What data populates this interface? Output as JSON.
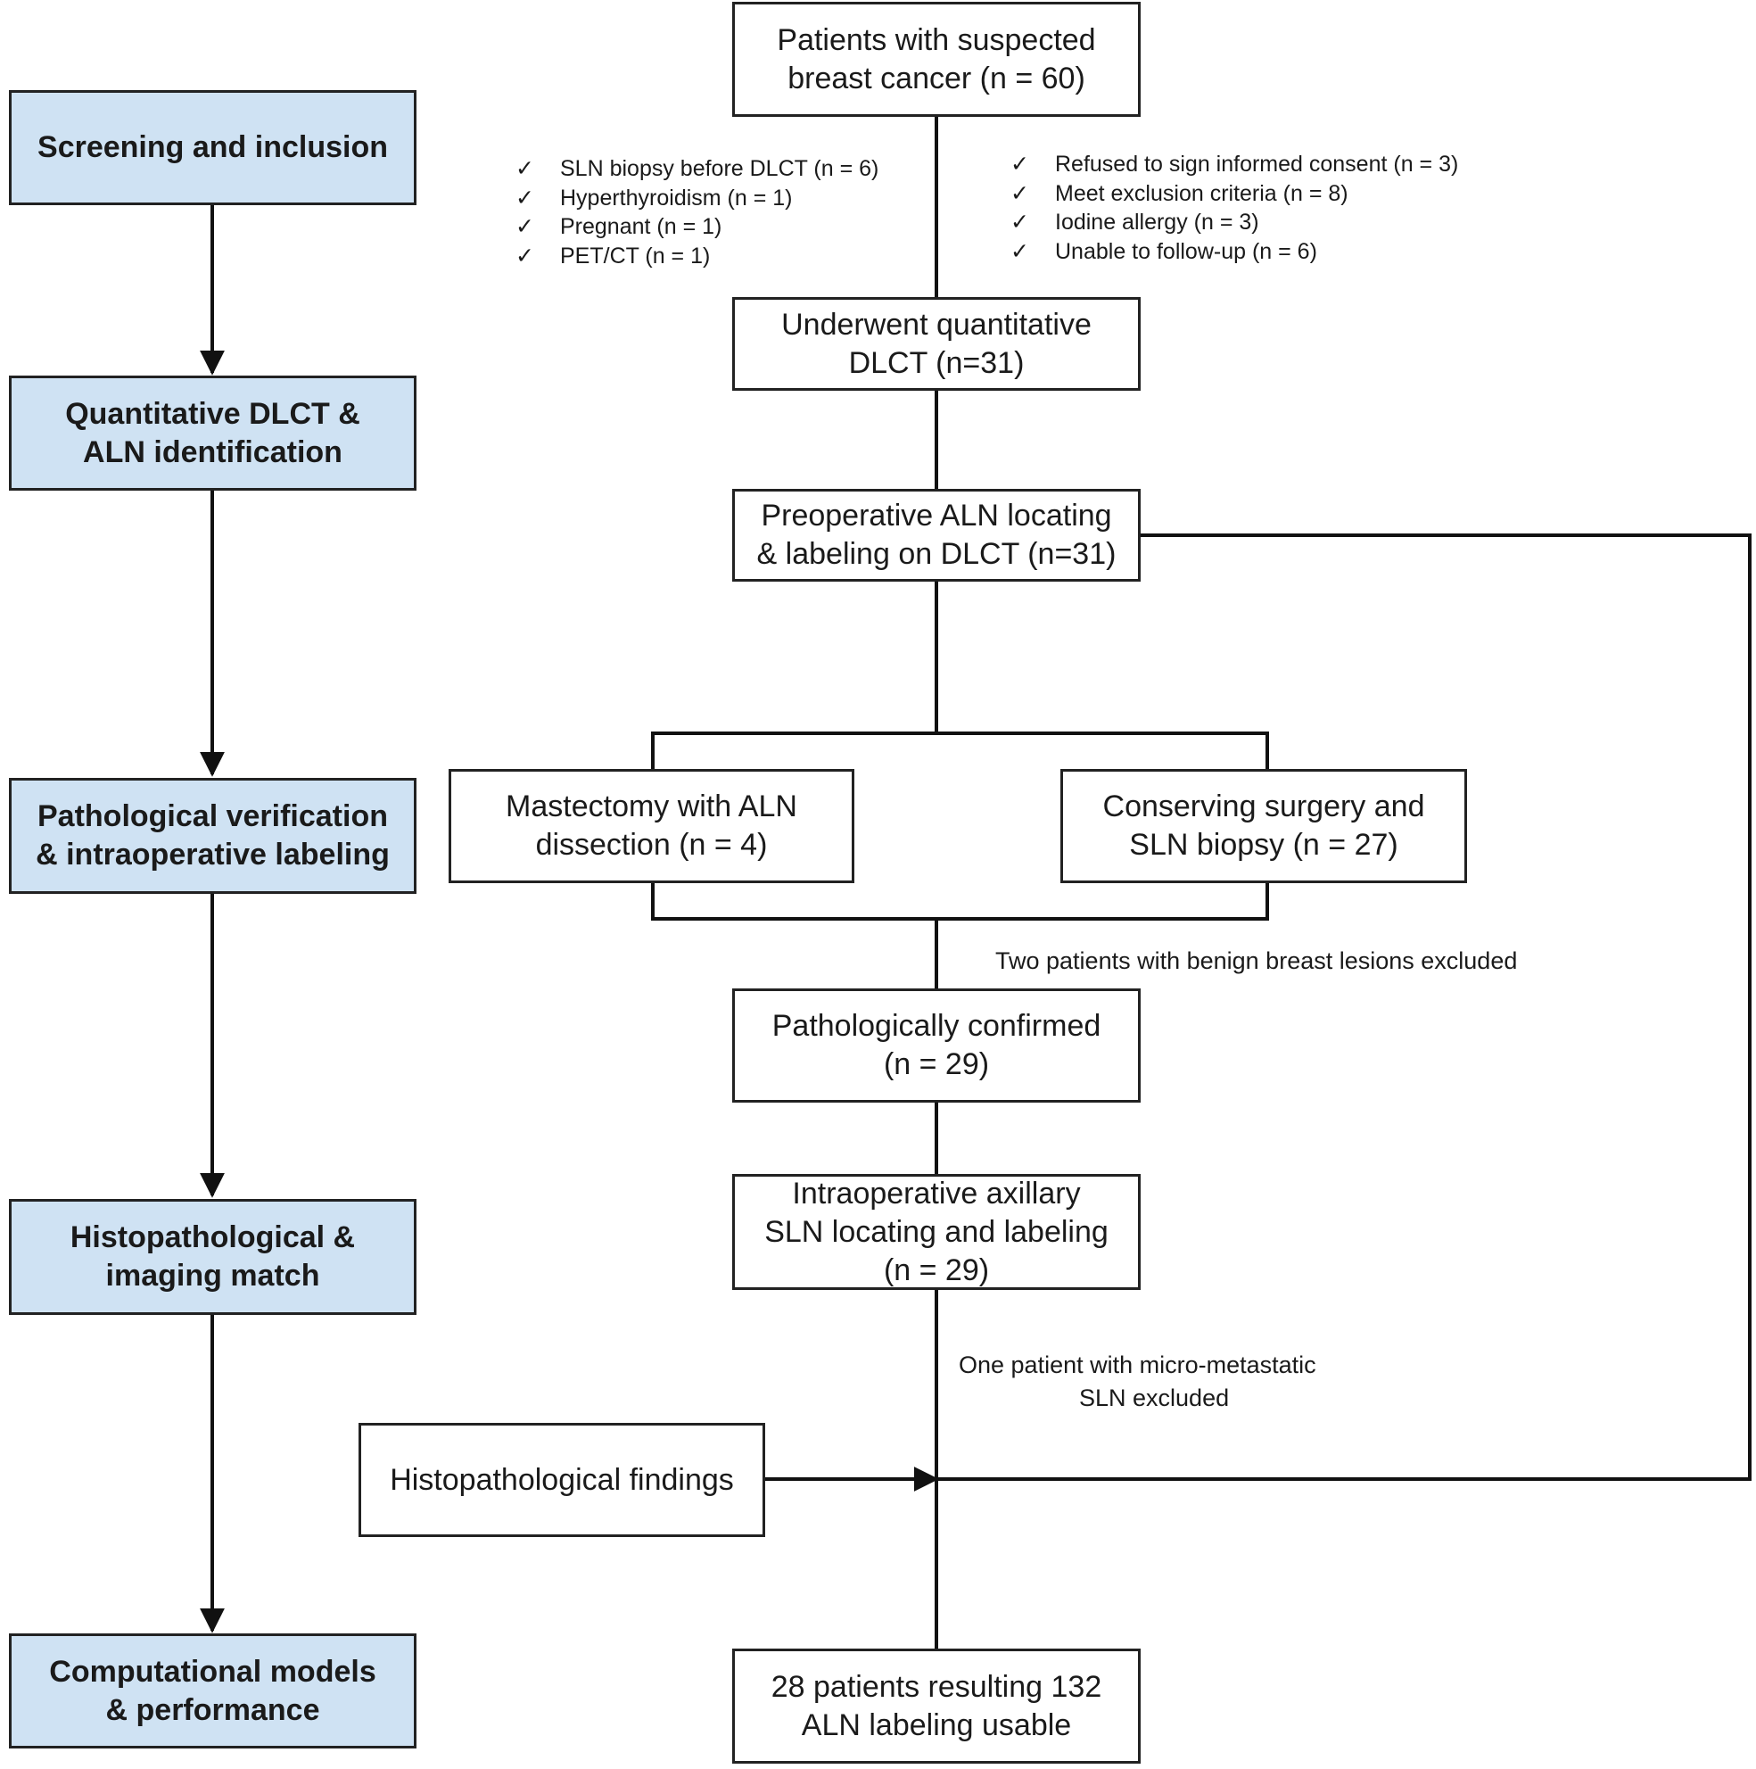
{
  "stages": [
    {
      "lines": [
        "Screening and inclusion"
      ]
    },
    {
      "lines": [
        "Quantitative DLCT &",
        "ALN identification"
      ]
    },
    {
      "lines": [
        "Pathological verification",
        "& intraoperative labeling"
      ]
    },
    {
      "lines": [
        "Histopathological &",
        "imaging match"
      ]
    },
    {
      "lines": [
        "Computational models",
        "& performance"
      ]
    }
  ],
  "flow": {
    "start": {
      "lines": [
        "Patients with suspected",
        "breast cancer (n = 60)"
      ]
    },
    "quant_dlct": {
      "lines": [
        "Underwent quantitative",
        "DLCT (n=31)"
      ]
    },
    "preop": {
      "lines": [
        "Preoperative ALN locating",
        "& labeling on DLCT (n=31)"
      ]
    },
    "mastectomy": {
      "lines": [
        "Mastectomy with ALN",
        "dissection (n = 4)"
      ]
    },
    "conserving": {
      "lines": [
        "Conserving surgery and",
        "SLN biopsy (n = 27)"
      ]
    },
    "confirmed": {
      "lines": [
        "Pathologically confirmed",
        "(n = 29)"
      ]
    },
    "intraop": {
      "lines": [
        "Intraoperative axillary",
        "SLN locating and labeling",
        "(n = 29)"
      ]
    },
    "histo": {
      "lines": [
        "Histopathological findings"
      ]
    },
    "final": {
      "lines": [
        "28 patients resulting 132",
        "ALN labeling usable"
      ]
    }
  },
  "exclusions": {
    "check_symbol": "✓",
    "left": [
      "SLN biopsy before DLCT (n = 6)",
      "Hyperthyroidism (n = 1)",
      "Pregnant (n = 1)",
      "PET/CT (n = 1)"
    ],
    "right": [
      "Refused to sign informed consent  (n = 3)",
      "Meet exclusion criteria (n = 8)",
      "Iodine allergy (n = 3)",
      "Unable to follow-up (n = 6)"
    ]
  },
  "notes": {
    "benign": "Two patients with benign breast lesions excluded",
    "micro_line1": "One patient with micro-metastatic",
    "micro_line2": "SLN excluded"
  },
  "colors": {
    "stage_fill": "#cfe2f3",
    "line": "#111111"
  }
}
